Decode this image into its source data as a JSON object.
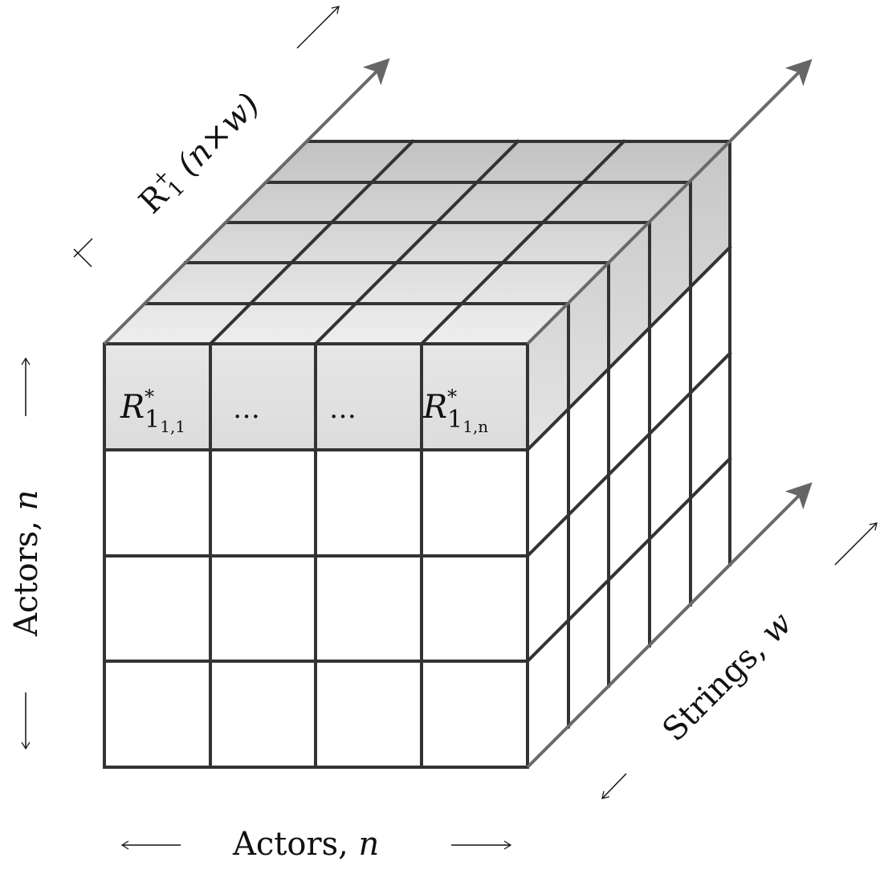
{
  "diagram": {
    "type": "3d-cube-tensor",
    "grid": {
      "front_columns": 4,
      "front_rows": 4,
      "depth_layers": 5
    },
    "highlighted_slice": "top-row",
    "colors": {
      "grid_line": "#333333",
      "axis_arrow": "#666666",
      "slice_fill_light": "#ececec",
      "slice_fill_dark": "#c4c4c4",
      "cell_fill": "#ffffff",
      "text": "#111111"
    }
  },
  "cells": {
    "first": {
      "base": "R",
      "sup": "*",
      "sub": "1",
      "subsub": "1,1"
    },
    "second": "…",
    "third": "…",
    "last": {
      "base": "R",
      "sup": "*",
      "sub": "1",
      "subsub": "1,n"
    }
  },
  "axes": {
    "bottom": {
      "label": "Actors, ",
      "var": "n",
      "arrow_left": "⟵",
      "arrow_right": "⟶"
    },
    "left": {
      "label": "Actors, ",
      "var": "n",
      "arrow_up": "⟶",
      "arrow_down": "⟵"
    },
    "depth": {
      "label": "Strings, ",
      "var": "w",
      "arrow_out": "⟶",
      "arrow_in": "⟵"
    },
    "top_slice": {
      "base": "R",
      "sup": "+",
      "sub": "1",
      "dims": "(n×w)",
      "arrow_out": "⟶",
      "arrow_in": "⊢"
    }
  }
}
